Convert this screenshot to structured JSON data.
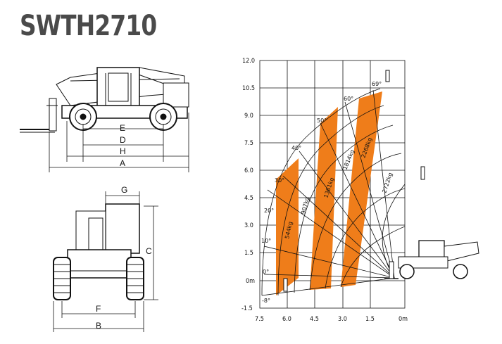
{
  "title": "SWTH2710",
  "dimension_labels": {
    "a": "A",
    "b": "B",
    "c": "C",
    "d": "D",
    "e": "E",
    "f": "F",
    "g": "G",
    "h": "H"
  },
  "load_chart": {
    "y_ticks": [
      "12.0",
      "10.5",
      "9.0",
      "7.5",
      "6.0",
      "4.5",
      "3.0",
      "1.5",
      "0m",
      "-1.5"
    ],
    "x_ticks": [
      "7.5",
      "6.0",
      "4.5",
      "3.0",
      "1.5",
      "0m"
    ],
    "angles": [
      "69°",
      "60°",
      "50°",
      "40°",
      "30°",
      "20°",
      "10°",
      "0°",
      "-8°"
    ],
    "capacities": [
      "544kg",
      "907kg",
      "1361kg",
      "1814kg",
      "2268kg",
      "2722kg"
    ],
    "highlight_color": "#ef7d1a"
  }
}
